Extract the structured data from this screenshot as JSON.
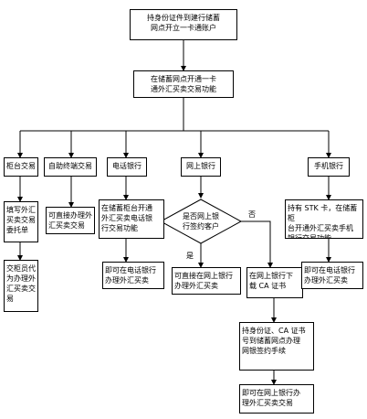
{
  "nodes": {
    "n1": "持身份证件到建行储蓄\n网点开立一卡通账户",
    "n2": "在储蓄网点开通一卡\n通外汇买卖交易功能",
    "c1": "柜台交易",
    "c2": "自助终端交易",
    "c3": "电话银行",
    "c4": "网上银行",
    "c5": "手机银行",
    "c1a": "填写外汇\n买卖交易\n委托单",
    "c1b": "交柜员代\n为办理外\n汇买卖交\n易",
    "c2a": "可直接办理外\n汇买卖交易",
    "c3a": "在储蓄柜台开通\n外汇买卖电话银\n行交易功能",
    "c3b": "即可在电话银行\n办理外汇买卖",
    "d1": "是否网上银\n行签约客户",
    "yes": "是",
    "no": "否",
    "c4y": "可直接在网上银行\n办理外汇买卖",
    "c4n1": "在网上银行下\n载 CA 证书",
    "c4n2": "持身份证、CA 证书\n号到储蓄网点办理\n网银签约手续",
    "c4n3": "即可在网上银行办\n理外汇买卖交易",
    "c5a": "持有 STK 卡，在储蓄柜\n台开通外汇买卖手机\n银行交易功能",
    "c5b": "即可在电话银行\n办理外汇买卖"
  }
}
